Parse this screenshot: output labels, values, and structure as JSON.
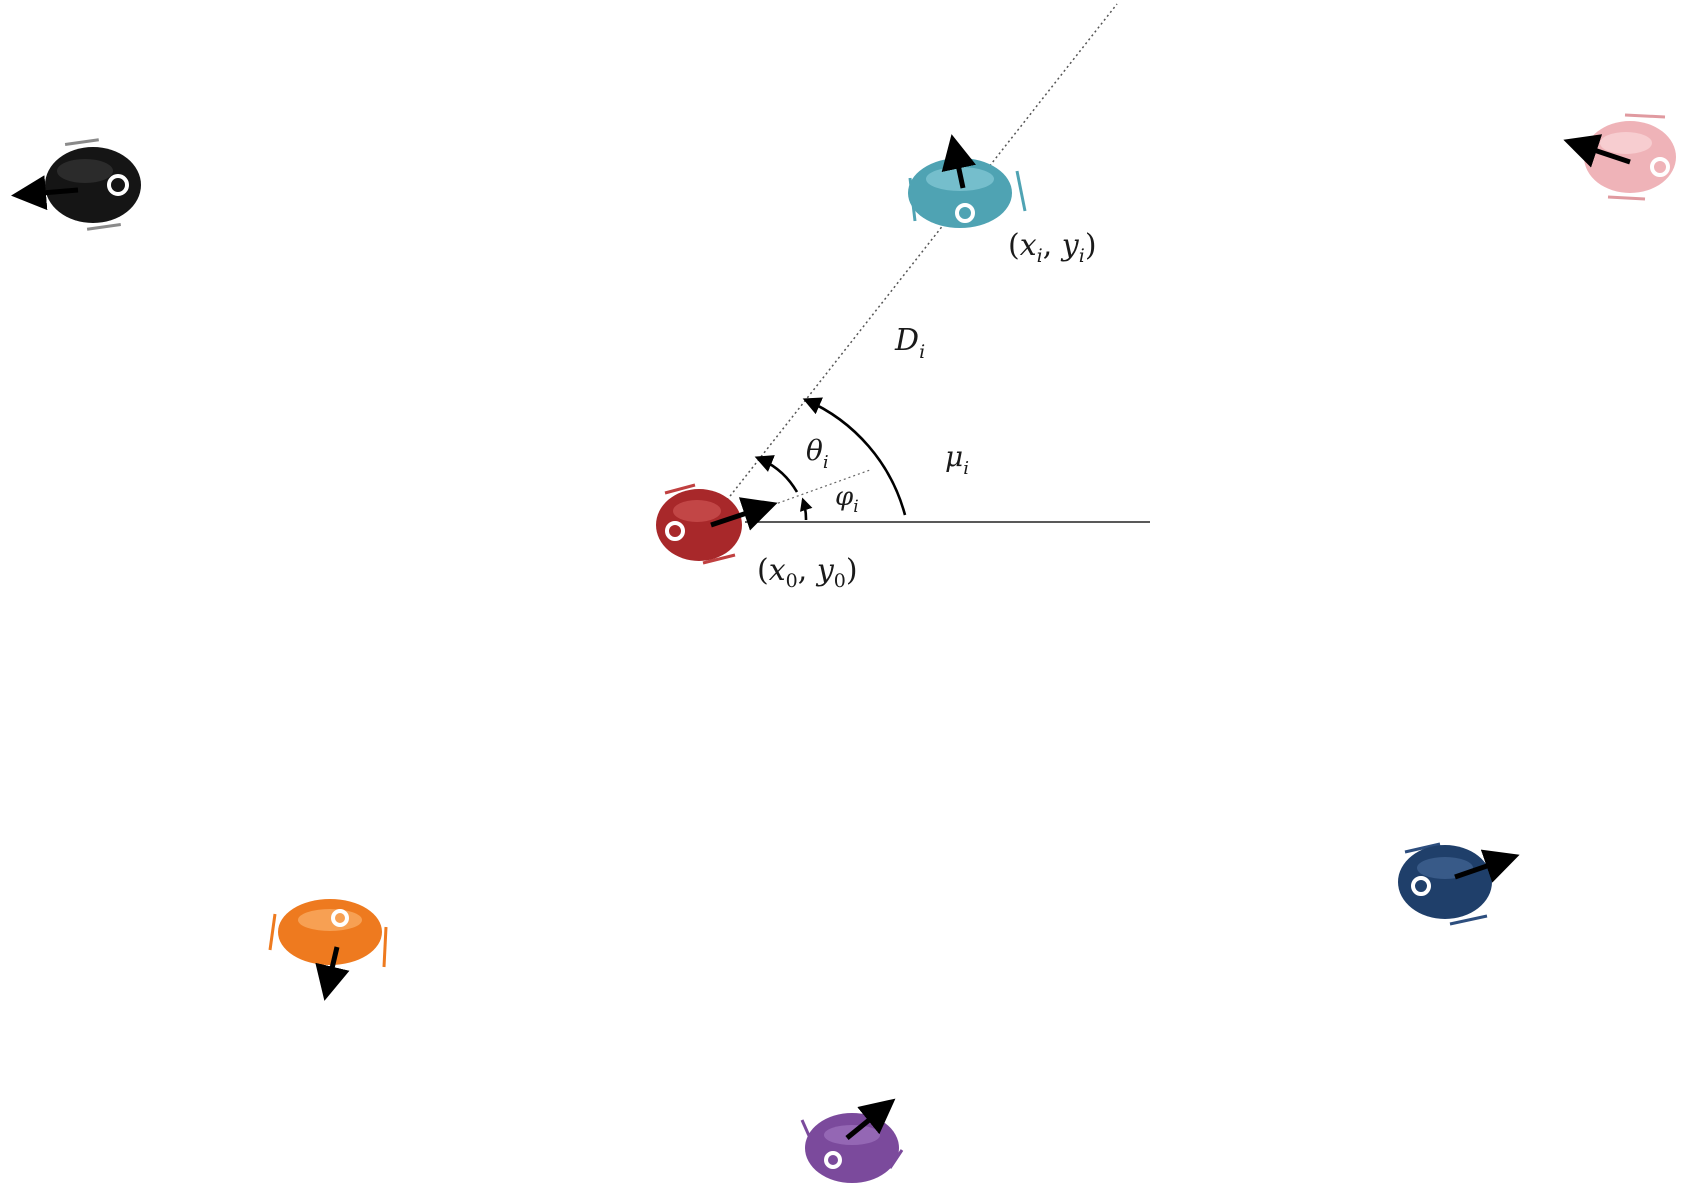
{
  "robots": [
    {
      "id": "robot-black",
      "color": "#151515",
      "highlight": "#3a3a3a",
      "wheel_color": "#9a9a9a",
      "heading_icon": "arrow-left"
    },
    {
      "id": "robot-teal",
      "color": "#4fa3b3",
      "highlight": "#8fd0dc",
      "wheel_color": "#4fa3b3",
      "heading_icon": "arrow-up"
    },
    {
      "id": "robot-pink",
      "color": "#efb3b8",
      "highlight": "#fbd8da",
      "wheel_color": "#e09aa0",
      "heading_icon": "arrow-left"
    },
    {
      "id": "robot-red",
      "color": "#a8282a",
      "highlight": "#d45a5a",
      "wheel_color": "#c04040",
      "heading_icon": "arrow-up-right"
    },
    {
      "id": "robot-orange",
      "color": "#ee7a1f",
      "highlight": "#fbb06a",
      "wheel_color": "#ee7a1f",
      "heading_icon": "arrow-down"
    },
    {
      "id": "robot-navy",
      "color": "#1f3f6a",
      "highlight": "#4a6c9c",
      "wheel_color": "#2d4e7e",
      "heading_icon": "arrow-right"
    },
    {
      "id": "robot-purple",
      "color": "#7b4a9c",
      "highlight": "#a57cc4",
      "wheel_color": "#7b4a9c",
      "heading_icon": "arrow-up-right"
    }
  ],
  "labels": {
    "xi": "x",
    "xi_sub": "i",
    "yi": "y",
    "yi_sub": "i",
    "x0": "x",
    "x0_sub": "0",
    "y0": "y",
    "y0_sub": "0",
    "D": "D",
    "D_sub": "i",
    "theta": "θ",
    "theta_sub": "i",
    "phi": "φ",
    "phi_sub": "i",
    "mu": "μ",
    "mu_sub": "i"
  }
}
